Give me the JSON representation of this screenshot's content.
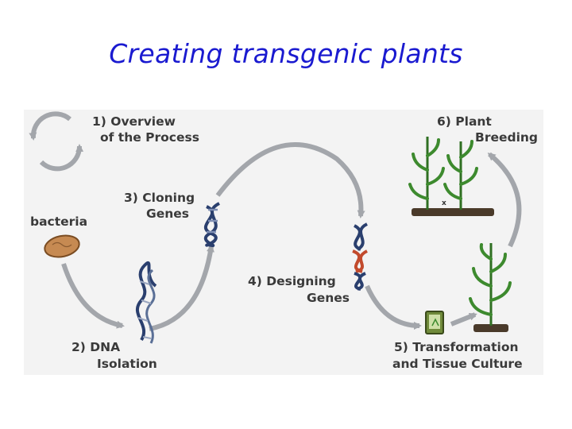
{
  "title": "Creating transgenic plants",
  "colors": {
    "title": "#1a1ad0",
    "panel_background": "#f3f3f3",
    "arrow": "#a3a6ab",
    "label": "#3a3a3a",
    "dna_blue": "#2a3f6e",
    "dna_red": "#c24a2c",
    "plant_green": "#3d8a2e",
    "soil": "#4a3a2a"
  },
  "diagram": {
    "steps": [
      {
        "line1": "1) Overview",
        "line2": "of the Process"
      },
      {
        "line1": "2) DNA",
        "line2": "Isolation"
      },
      {
        "line1": "3) Cloning",
        "line2": "Genes"
      },
      {
        "line1": "4) Designing",
        "line2": "Genes"
      },
      {
        "line1": "5) Transformation",
        "line2": "and Tissue Culture"
      },
      {
        "line1": "6) Plant",
        "line2": "Breeding"
      }
    ],
    "bacteria_label": "bacteria",
    "cross_mark": "x",
    "icons": [
      "cycle-arrows-icon",
      "bacterium-icon",
      "dna-strand-icon",
      "dna-helix-icon",
      "recombinant-dna-icon",
      "petri-dish-icon",
      "corn-plant-icon",
      "crossed-corn-plants-icon"
    ]
  }
}
